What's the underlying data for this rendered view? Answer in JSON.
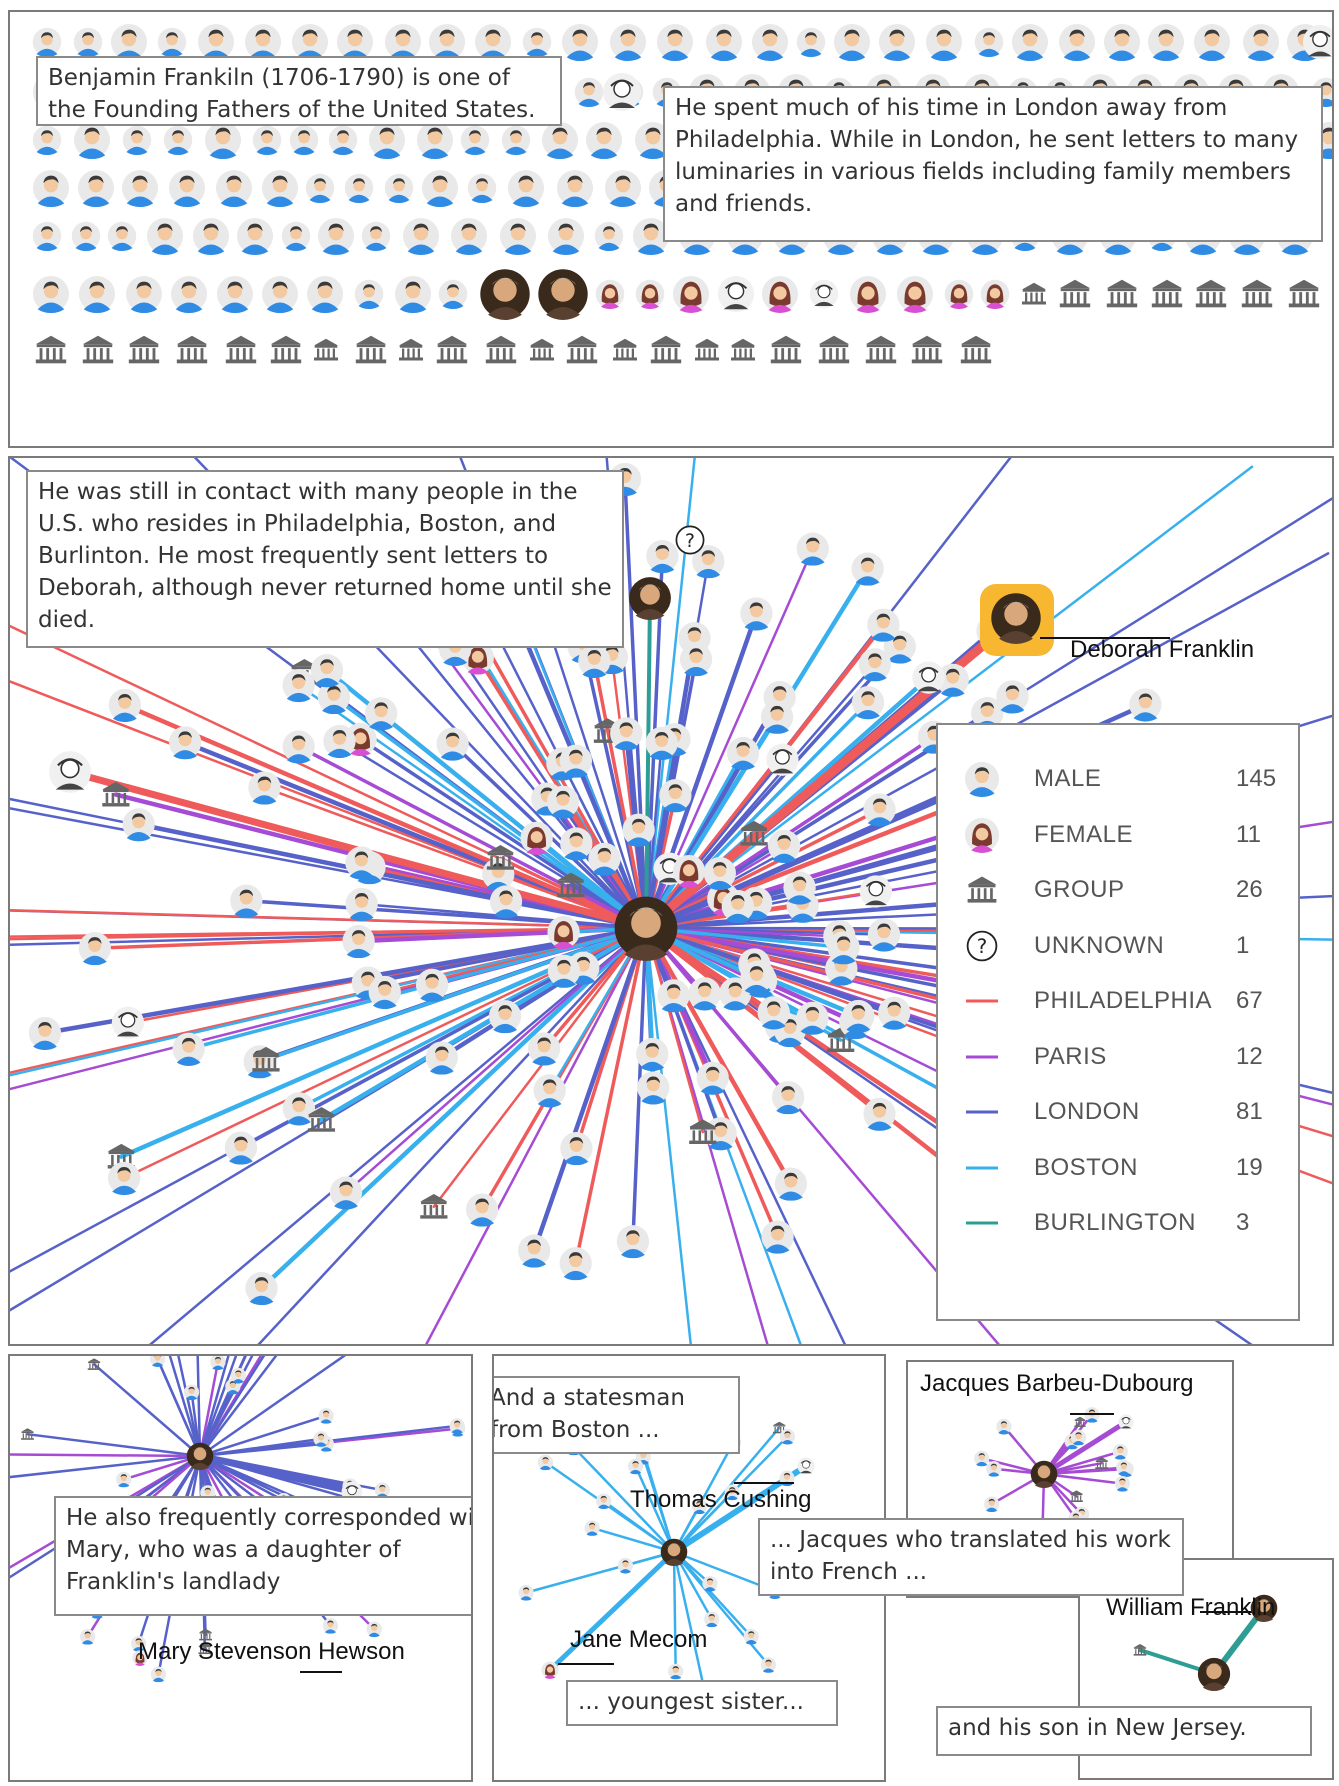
{
  "colors": {
    "philadelphia": "#ef5b5b",
    "paris": "#a64bd4",
    "london": "#5662c9",
    "boston": "#39b0ee",
    "burlington": "#2e9e94",
    "male_shirt": "#2f8be3",
    "female_hair": "#7a3b2e",
    "group_icon": "#666666",
    "highlight": "#f7b731"
  },
  "icons": {
    "male": "male-person-icon",
    "female": "female-person-icon",
    "group": "building-group-icon",
    "unknown": "question-mark-icon",
    "portrait": "portrait-icon"
  },
  "panel1": {
    "note1": "Benjamin Frankiln (1706-1790) is one of the Founding Fathers of the United States.",
    "note2": "He spent much of his time in London away from Philadelphia. While in London, he sent letters to many luminaries in various fields including family members and friends."
  },
  "panel2": {
    "note": "He was still in contact with many people in the U.S. who resides in Philadelphia, Boston, and Burlinton. He most frequently sent letters to Deborah, although never returned home until she died.",
    "highlight_label": "Deborah Franklin",
    "legend": [
      {
        "icon": "male",
        "name": "MALE",
        "count": "145"
      },
      {
        "icon": "female",
        "name": "FEMALE",
        "count": "11"
      },
      {
        "icon": "group",
        "name": "GROUP",
        "count": "26"
      },
      {
        "icon": "unknown",
        "name": "UNKNOWN",
        "count": "1"
      },
      {
        "icon": "line",
        "color": "#ef5b5b",
        "name": "PHILADELPHIA",
        "count": "67"
      },
      {
        "icon": "line",
        "color": "#a64bd4",
        "name": "PARIS",
        "count": "12"
      },
      {
        "icon": "line",
        "color": "#5662c9",
        "name": "LONDON",
        "count": "81"
      },
      {
        "icon": "line",
        "color": "#39b0ee",
        "name": "BOSTON",
        "count": "19"
      },
      {
        "icon": "line",
        "color": "#2e9e94",
        "name": "BURLINGTON",
        "count": "3"
      }
    ]
  },
  "panel3": {
    "note": "He also frequently corresponded with Mary, who was a daughter of Franklin's landlady",
    "label": "Mary Stevenson Hewson"
  },
  "panel4": {
    "note1": "And a statesman from Boston ...",
    "label1": "Thomas Cushing",
    "label2": "Jane Mecom",
    "note2": "... youngest sister..."
  },
  "panel5": {
    "label": "Jacques Barbeu-Dubourg",
    "note": "... Jacques who translated his work into French ..."
  },
  "panel6": {
    "label": "William Franklin",
    "note": "and his son in New Jersey."
  }
}
